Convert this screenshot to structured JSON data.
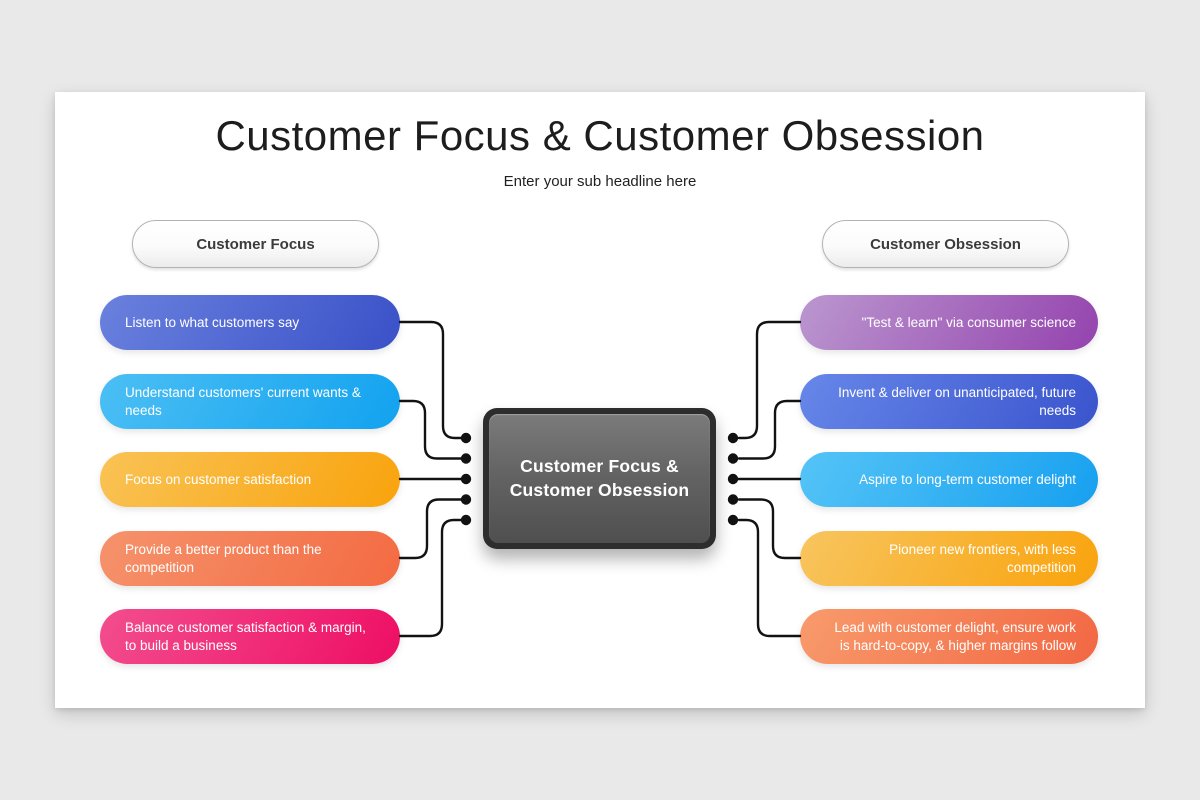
{
  "header": {
    "title": "Customer Focus & Customer Obsession",
    "subtitle": "Enter your sub headline here"
  },
  "left": {
    "header": "Customer Focus",
    "items": [
      {
        "text": "Listen to what customers say",
        "gradient": [
          "#6a81de",
          "#3a51c8"
        ]
      },
      {
        "text": "Understand customers' current wants & needs",
        "gradient": [
          "#4cbff4",
          "#12a2ef"
        ]
      },
      {
        "text": "Focus on customer satisfaction",
        "gradient": [
          "#f9c355",
          "#f9a30d"
        ]
      },
      {
        "text": "Provide a better product than the competition",
        "gradient": [
          "#f5936c",
          "#f46a42"
        ]
      },
      {
        "text": "Balance customer satisfaction & margin, to build a business",
        "gradient": [
          "#f24e8e",
          "#ee0e64"
        ]
      }
    ]
  },
  "right": {
    "header": "Customer Obsession",
    "items": [
      {
        "text": "\"Test & learn\" via consumer science",
        "gradient": [
          "#bb97cf",
          "#9443ae"
        ]
      },
      {
        "text": "Invent & deliver on unanticipated, future needs",
        "gradient": [
          "#6787e9",
          "#3a54cd"
        ]
      },
      {
        "text": "Aspire to long-term customer delight",
        "gradient": [
          "#55c4f7",
          "#17a0ef"
        ]
      },
      {
        "text": "Pioneer new frontiers, with less competition",
        "gradient": [
          "#f8c55f",
          "#f9a30c"
        ]
      },
      {
        "text": "Lead with customer delight, ensure work is hard-to-copy, & higher margins follow",
        "gradient": [
          "#f89b6c",
          "#f26743"
        ]
      }
    ]
  },
  "center": {
    "title_line1": "Customer Focus &",
    "title_line2": "Customer Obsession"
  },
  "colors": {
    "page_background": "#e9e9e9",
    "card_background": "#ffffff",
    "connector": "#121212",
    "center_frame": "#2d2d2d"
  }
}
